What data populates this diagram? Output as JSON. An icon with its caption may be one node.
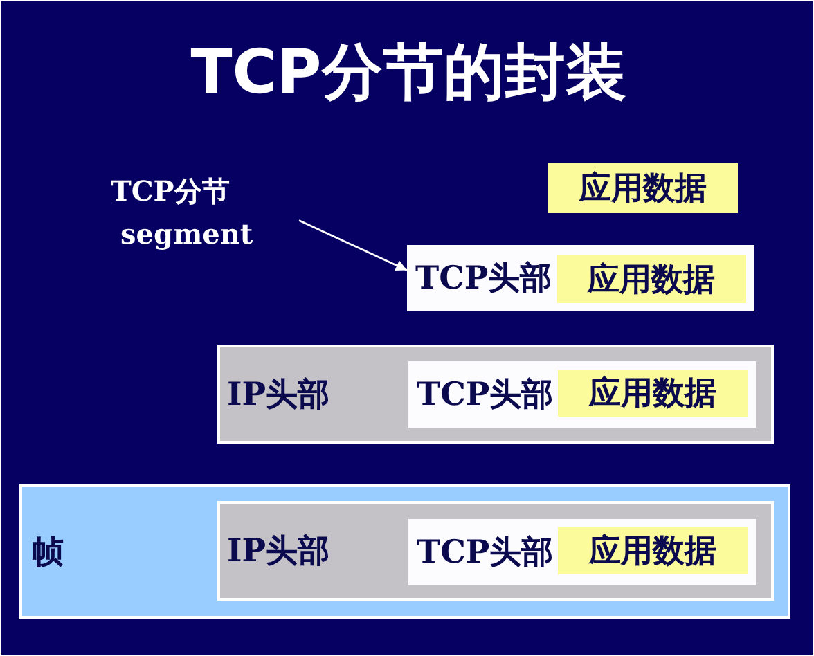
{
  "diagram": {
    "title": "TCP分节的封装",
    "nodes": [
      {
        "text": [
          "TCP分节",
          "segment"
        ]
      },
      {
        "text": [
          "应用数据"
        ]
      },
      {
        "text": [
          "TCP头部"
        ]
      },
      {
        "text": [
          "应用数据"
        ],
        "in": 2
      },
      {
        "text": [
          "IP头部"
        ]
      },
      {
        "text": [
          "TCP头部"
        ],
        "in": 4
      },
      {
        "text": [
          "应用数据"
        ],
        "in": 5
      },
      {
        "text": [
          "帧"
        ]
      },
      {
        "text": [
          "IP头部"
        ],
        "in": 7
      },
      {
        "text": [
          "TCP头部"
        ],
        "in": 8
      },
      {
        "text": [
          "应用数据"
        ],
        "in": 9
      }
    ],
    "edges": [
      {
        "from": 0,
        "to": 2,
        "arrow": "to"
      }
    ]
  }
}
